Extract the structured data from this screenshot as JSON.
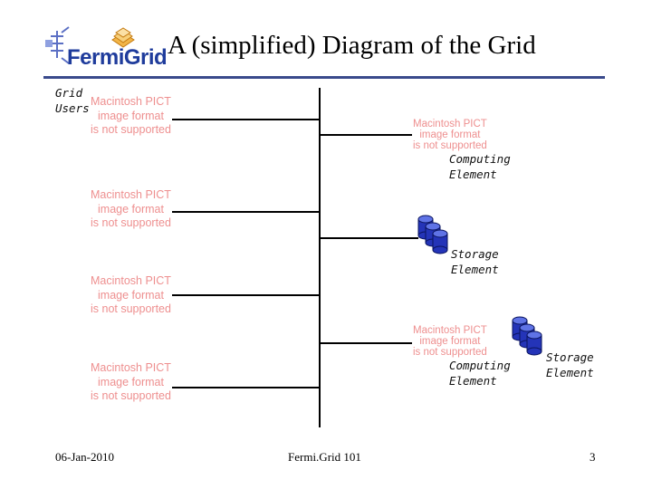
{
  "logo": {
    "text": "FermiGrid"
  },
  "title": "A (simplified) Diagram of the Grid",
  "labels": {
    "grid_users": [
      "Grid",
      "Users"
    ],
    "computing_element_1": [
      "Computing",
      "Element"
    ],
    "storage_element_1": [
      "Storage",
      "Element"
    ],
    "computing_element_2": [
      "Computing",
      "Element"
    ],
    "storage_element_2": [
      "Storage",
      "Element"
    ]
  },
  "unsupported_image": [
    "Macintosh PICT",
    "image format",
    "is not supported"
  ],
  "colors": {
    "accent": "#3a4a8c",
    "logo": "#1f3c9c",
    "placeholder": "#ee8f8f",
    "disk": "#2434b8"
  },
  "footer": {
    "date": "06-Jan-2010",
    "center": "Fermi.Grid 101",
    "page": "3"
  }
}
